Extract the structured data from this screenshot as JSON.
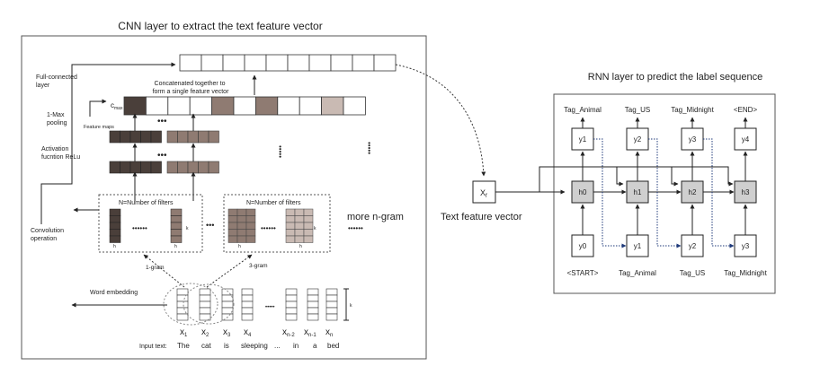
{
  "cnn": {
    "title": "CNN layer to extract the text feature vector",
    "labels": {
      "full_connected": [
        "Full-connected",
        "layer"
      ],
      "max_pooling": [
        "1-Max",
        "pooling"
      ],
      "activation": [
        "Activation",
        "fucntion ReLu"
      ],
      "convolution": [
        "Convolution",
        "operation"
      ],
      "word_embedding": "Word embedding",
      "concat": [
        "Concatenated together to",
        "form a single feature vector"
      ],
      "cmax": "c",
      "cmax_sub": "max",
      "feature_maps": "Feature maps",
      "filters_1": "N=Number of filters",
      "filters_2": "N=Number of filters",
      "gram_1": "1-gram",
      "gram_3": "3-gram",
      "more_ngram": "more n-gram",
      "dots": "......",
      "k": "k",
      "h": "h",
      "input_label": "Input text:"
    },
    "x_labels": [
      {
        "base": "x",
        "sub": "1"
      },
      {
        "base": "x",
        "sub": "2"
      },
      {
        "base": "x",
        "sub": "3"
      },
      {
        "base": "x",
        "sub": "4"
      },
      {
        "base": "x",
        "sub": "n-2"
      },
      {
        "base": "x",
        "sub": "n-1"
      },
      {
        "base": "x",
        "sub": "n"
      }
    ],
    "words": [
      "The",
      "cat",
      "is",
      "sleeping",
      "...",
      "in",
      "a",
      "bed"
    ]
  },
  "text_feature": {
    "node": "X",
    "node_sub": "f",
    "caption": "Text feature vector"
  },
  "rnn": {
    "title": "RNN layer to predict the label sequence",
    "top_tags": [
      "Tag_Animal",
      "Tag_US",
      "Tag_Midnight",
      "<END>"
    ],
    "outputs": [
      "y1",
      "y2",
      "y3",
      "y4"
    ],
    "hidden": [
      "h0",
      "h1",
      "h2",
      "h3"
    ],
    "inputs": [
      "y0",
      "y1",
      "y2",
      "y3"
    ],
    "bottom_tags": [
      "<START>",
      "Tag_Animal",
      "Tag_US",
      "Tag_Midnight"
    ]
  },
  "colors": {
    "dark_cell": "#4a3f3a",
    "mid_cell": "#8f7b72",
    "light_cell": "#c9bab3",
    "hidden_fill": "#cfcfcf"
  }
}
